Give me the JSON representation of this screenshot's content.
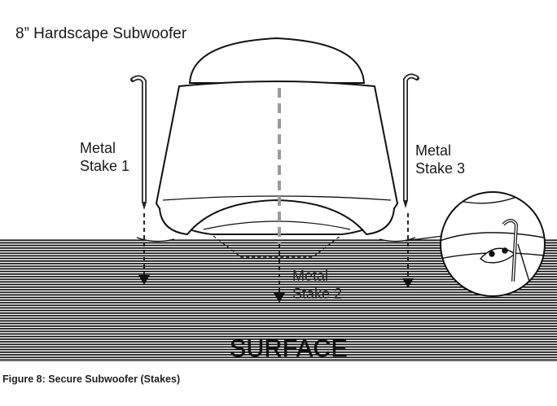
{
  "diagram": {
    "title": "8” Hardscape Subwoofer",
    "stake_left": {
      "line1": "Metal",
      "line2": "Stake 1"
    },
    "stake_middle": {
      "line1": "Metal",
      "line2": "Stake 2"
    },
    "stake_right": {
      "line1": "Metal",
      "line2": "Stake 3"
    },
    "surface_label": "SURFACE",
    "caption": "Figure 8: Secure Subwoofer (Stakes)",
    "icons": [
      "subwoofer-icon",
      "stake-icon",
      "down-arrow-icon",
      "detail-magnifier-icon"
    ]
  }
}
